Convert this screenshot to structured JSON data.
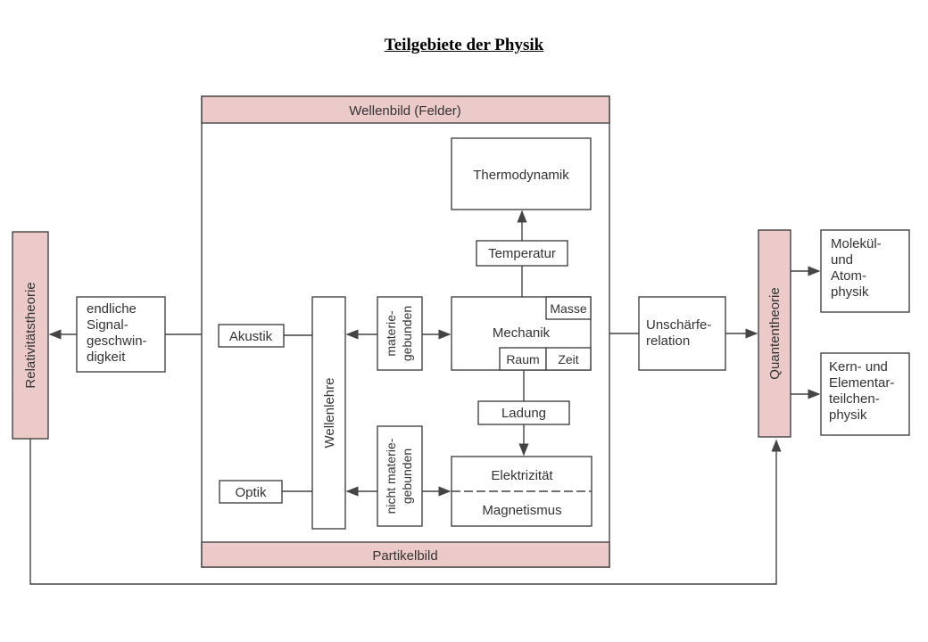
{
  "title": "Teilgebiete der Physik",
  "colors": {
    "band": "#eccaca",
    "line": "#444444"
  },
  "labels": {
    "wellenbild": "Wellenbild (Felder)",
    "partikelbild": "Partikelbild",
    "relativitaet": "Relativitätstheorie",
    "quanten": "Quantentheorie",
    "signal": [
      "endliche",
      "Signal-",
      "geschwin-",
      "digkeit"
    ],
    "akustik": "Akustik",
    "optik": "Optik",
    "wellenlehre": "Wellenlehre",
    "materie": [
      "materie-",
      "gebunden"
    ],
    "nicht_materie": [
      "nicht materie-",
      "gebunden"
    ],
    "thermodynamik": "Thermodynamik",
    "temperatur": "Temperatur",
    "mechanik": "Mechanik",
    "masse": "Masse",
    "raum": "Raum",
    "zeit": "Zeit",
    "ladung": "Ladung",
    "elektrizitaet": "Elektrizität",
    "magnetismus": "Magnetismus",
    "unschaerfe": [
      "Unschärfe-",
      "relation"
    ],
    "molekuel": [
      "Molekül-",
      "und",
      "Atom-",
      "physik"
    ],
    "kern": [
      "Kern- und",
      "Elementar-",
      "teilchen-",
      "physik"
    ]
  }
}
